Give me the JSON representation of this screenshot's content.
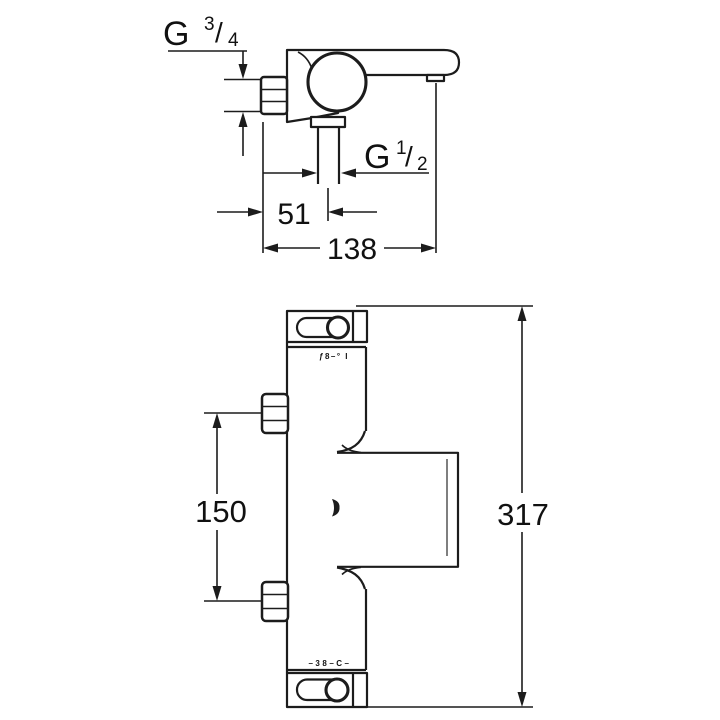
{
  "colors": {
    "background": "#ffffff",
    "line": "#1c1c1c",
    "text": "#111111"
  },
  "side_view": {
    "thread_top": {
      "prefix": "G",
      "sup": "3",
      "slash": "/",
      "sub": "4"
    },
    "thread_hose": {
      "prefix": "G",
      "sup": "1",
      "slash": "/",
      "sub": "2"
    },
    "wall_to_hose_center": "51",
    "overall_depth": "138"
  },
  "front_view": {
    "connection_spacing": "150",
    "overall_length": "317",
    "flow_markings": "ƒ8–° I",
    "temperature_markings": "–38–C–"
  }
}
